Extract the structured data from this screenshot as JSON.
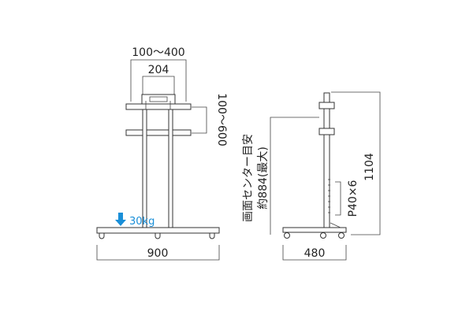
{
  "front_view": {
    "vesa_width_label": "100～400",
    "pole_spacing_label": "204",
    "vesa_height_label": "100～600",
    "weight_label": "30kg",
    "base_width_label": "900"
  },
  "side_view": {
    "center_label_line1": "画面センター目安",
    "center_label_line2": "約884(最大)",
    "pitch_label": "P40×6",
    "height_label": "1104",
    "depth_label": "480"
  },
  "colors": {
    "line": "#333333",
    "weight_arrow": "#1a8fd8"
  }
}
